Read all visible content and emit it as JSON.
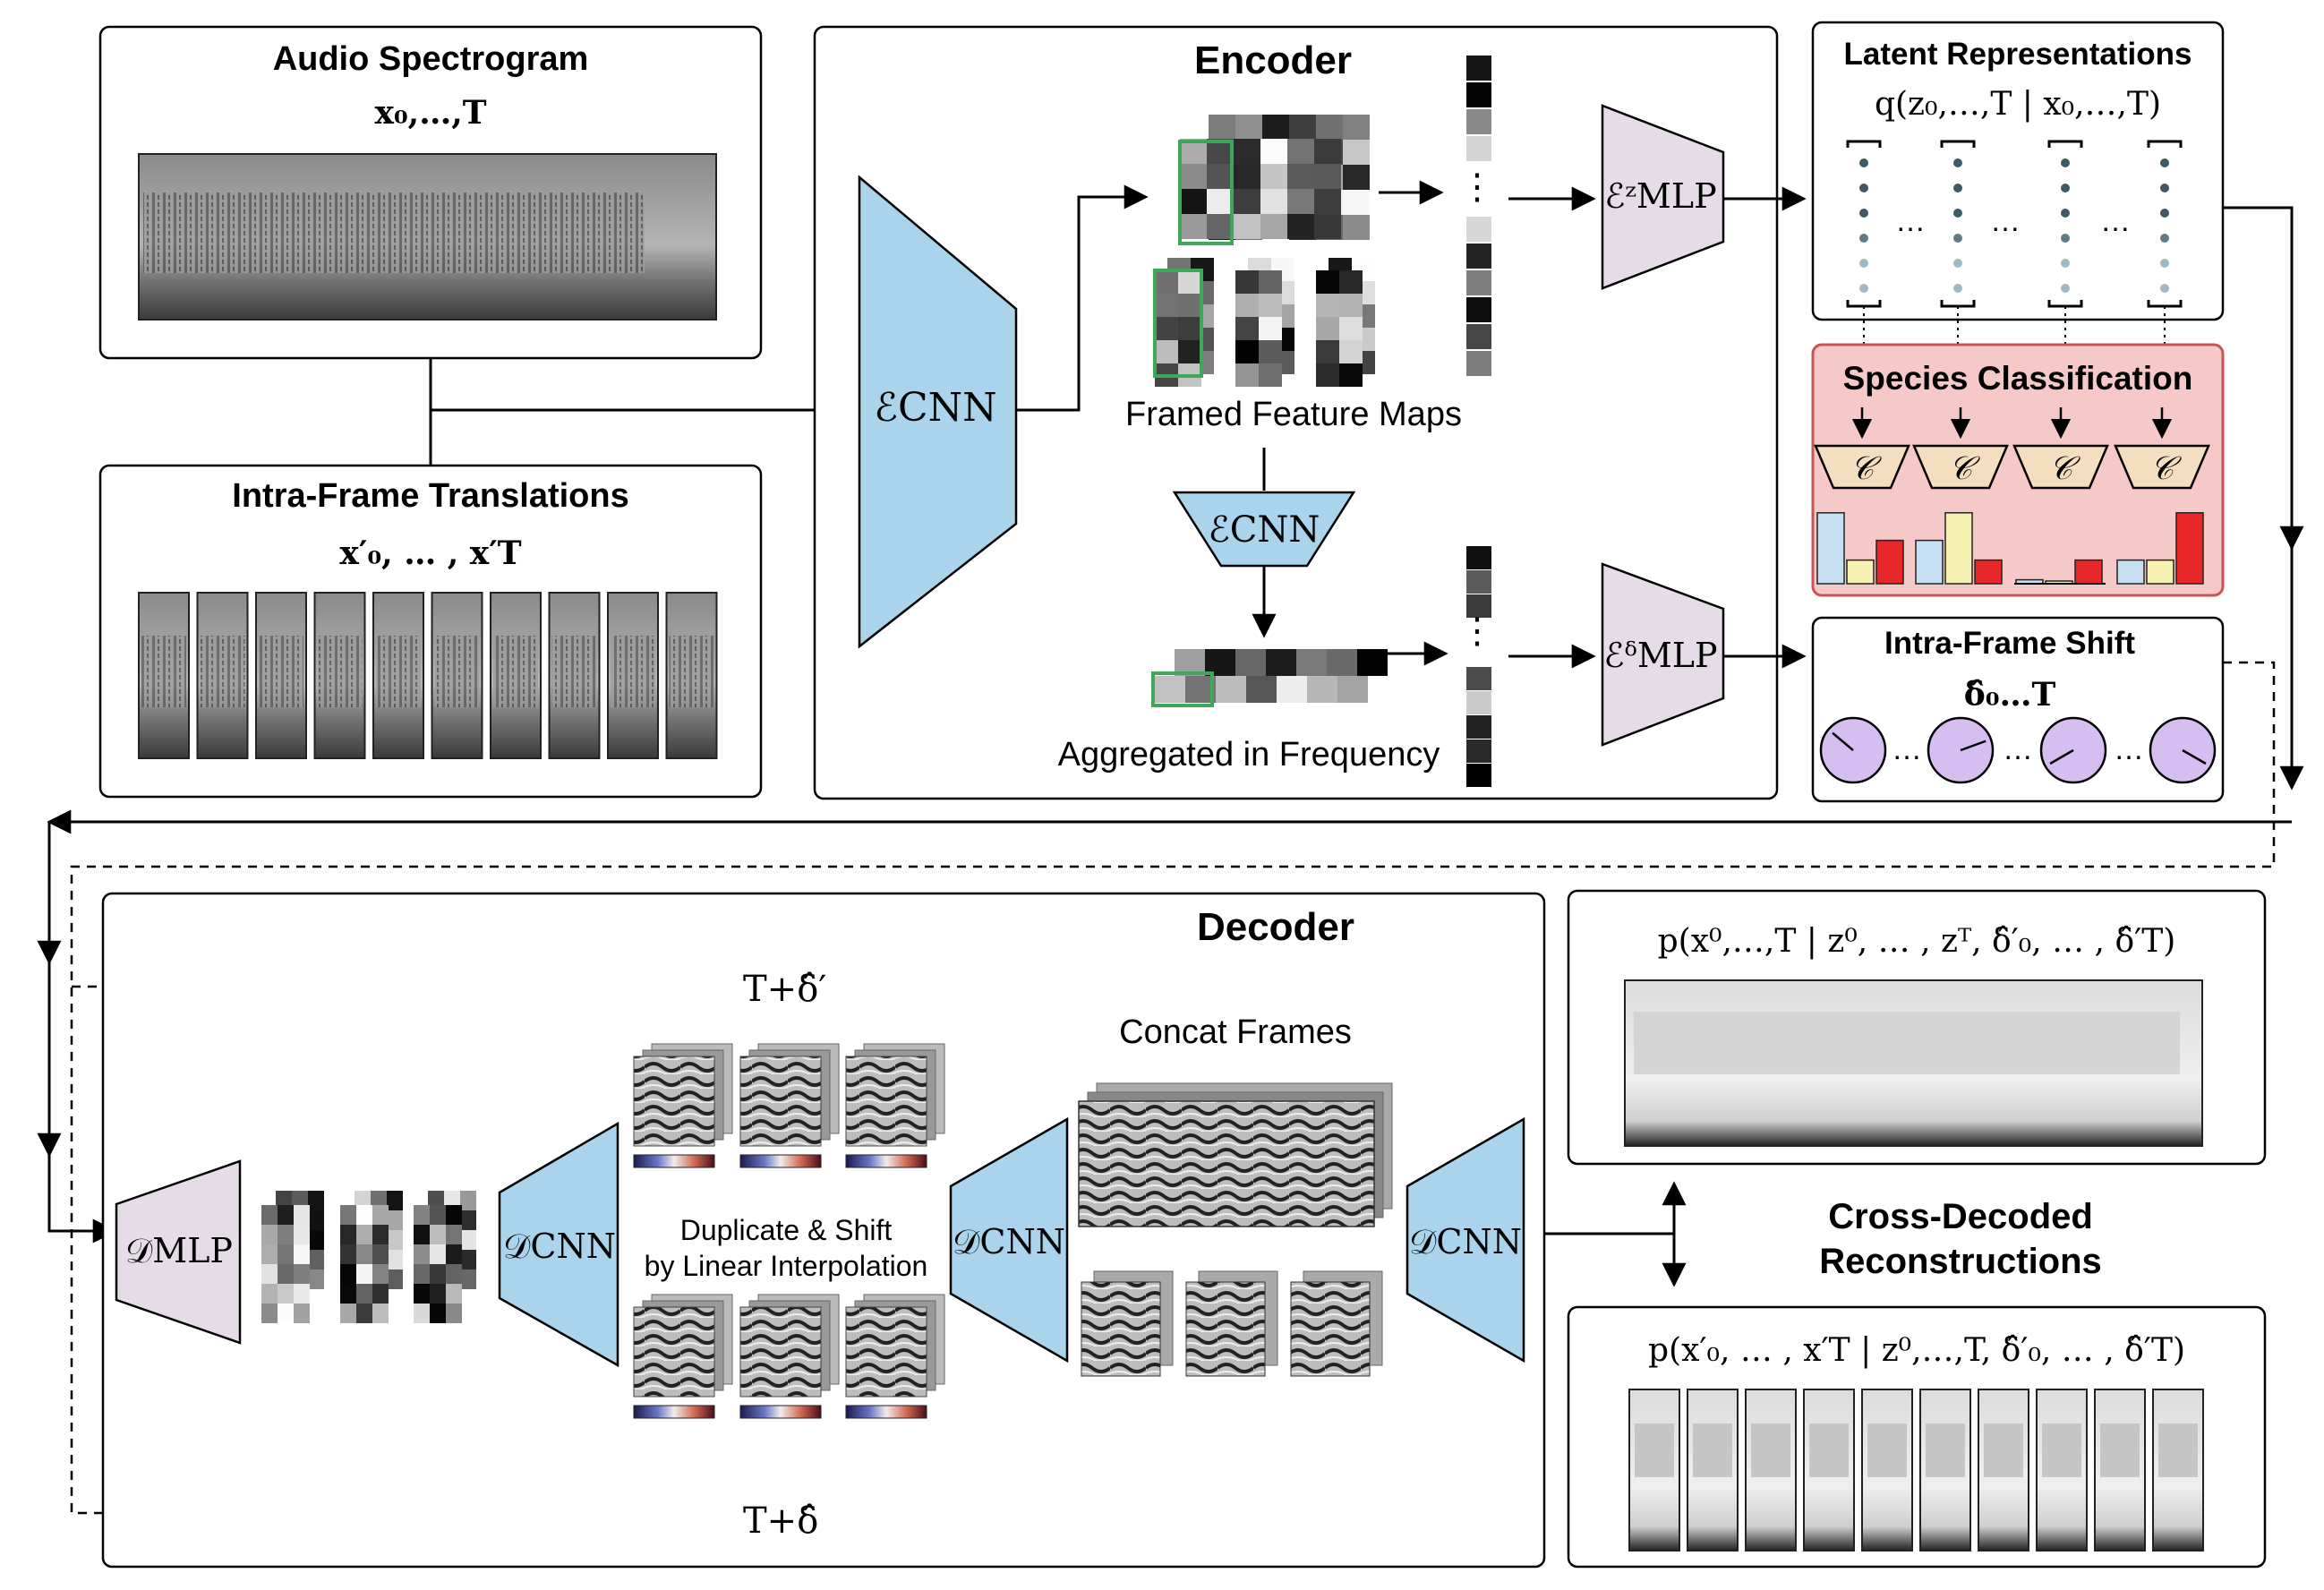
{
  "audio": {
    "title": "Audio Spectrogram",
    "expr": "x₀,…,T"
  },
  "intra_translations": {
    "title": "Intra-Frame Translations",
    "expr": "x′₀, … , x′T"
  },
  "encoder": {
    "title": "Encoder",
    "cnn_label": "ℰCNN",
    "cnn2_label": "ℰCNN",
    "framed_label": "Framed Feature Maps",
    "aggregated_label": "Aggregated in Frequency",
    "mlp_z_label": "ℰᶻMLP",
    "mlp_delta_label": "ℰᵟMLP",
    "dots": "⋮"
  },
  "latent": {
    "title": "Latent Representations",
    "expr": "q(z₀,…,T | x₀,…,T)",
    "ellipsis": [
      "…",
      "…",
      "…"
    ]
  },
  "species": {
    "title": "Species Classification",
    "classifier_label": "𝒞"
  },
  "shift": {
    "title": "Intra-Frame Shift",
    "expr": "δ̂₀…T",
    "ellipsis": [
      "…",
      "…",
      "…"
    ]
  },
  "decoder": {
    "title": "Decoder",
    "mlp_label": "𝒟MLP",
    "cnn_label": "𝒟CNN",
    "dup_shift_line1": "Duplicate & Shift",
    "dup_shift_line2": "by Linear Interpolation",
    "concat_label": "Concat Frames",
    "t_delta_prime": "T+δ̂′",
    "t_delta": "T+δ̂"
  },
  "recon_top": {
    "expr": "p(x⁰,…,T | z⁰, … , zᵀ, δ̂′₀, … , δ̂′T)"
  },
  "cross": {
    "line1": "Cross-Decoded",
    "line2": "Reconstructions"
  },
  "recon_bottom": {
    "expr": "p(x′₀, … , x′T | z⁰,…,T, δ̂′₀, … , δ̂′T)"
  },
  "colors": {
    "encoder_blue": "#a9d4ec",
    "mlp_purple": "#e6dce8",
    "species_bg": "#f6c9c9",
    "species_border": "#c85555",
    "shift_circle": "#d6bff0",
    "bar_blue": "#c7dff2",
    "bar_yellow": "#f6f1b2",
    "bar_red": "#e8272a",
    "outline_green": "#3da85a"
  }
}
